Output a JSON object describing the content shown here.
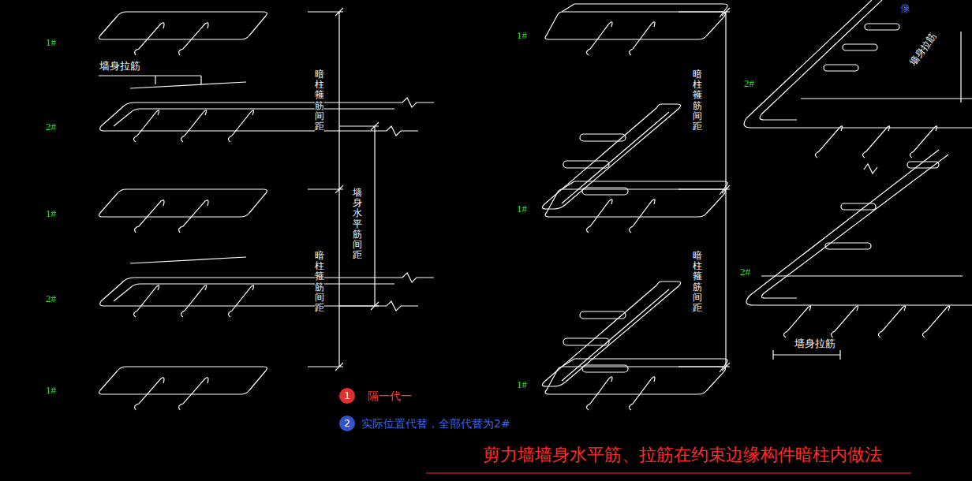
{
  "diagram": {
    "title": "剪力墙墙身水平筋、拉筋在约束边缘构件暗柱内做法",
    "nodes": [
      {
        "text": [
          "1"
        ]
      },
      {
        "text": [
          "2"
        ]
      }
    ],
    "labels": [
      "像",
      "1#",
      "1#",
      "墙身拉筋",
      "暗柱箍筋间距",
      "暗柱箍筋间距",
      "墙身拉筋",
      "2#",
      "2#",
      "墙身水平筋间距",
      "1#",
      "1#",
      "暗柱箍筋间距",
      "暗柱箍筋间距",
      "2#",
      "2#",
      "墙身拉筋",
      "1#",
      "1#",
      "隔一代一",
      "实际位置代替，全部代替为2#"
    ]
  }
}
